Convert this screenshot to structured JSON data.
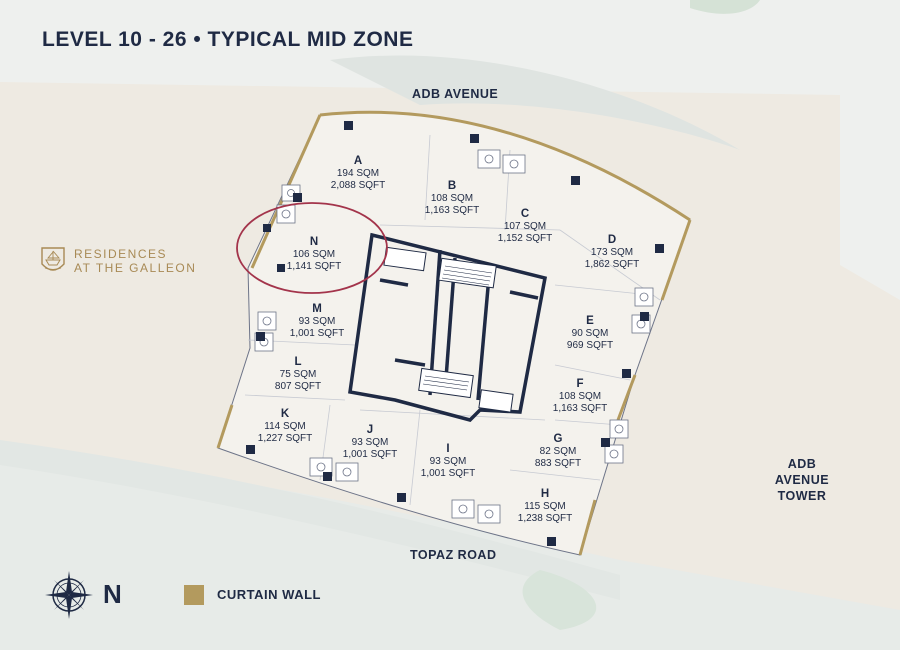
{
  "title": "LEVEL 10 - 26 • TYPICAL MID ZONE",
  "roads": {
    "north": "ADB AVENUE",
    "south": "TOPAZ ROAD",
    "east_lines": [
      "ADB",
      "AVENUE",
      "TOWER"
    ]
  },
  "brand": {
    "line1": "RESIDENCES",
    "line2": "AT THE GALLEON",
    "logo_icon": "ship-crest-icon"
  },
  "units": [
    {
      "id": "A",
      "area_sqm": "194 SQM",
      "area_sqft": "2,088 SQFT"
    },
    {
      "id": "B",
      "area_sqm": "108 SQM",
      "area_sqft": "1,163 SQFT"
    },
    {
      "id": "C",
      "area_sqm": "107 SQM",
      "area_sqft": "1,152 SQFT"
    },
    {
      "id": "D",
      "area_sqm": "173 SQM",
      "area_sqft": "1,862 SQFT"
    },
    {
      "id": "E",
      "area_sqm": "90 SQM",
      "area_sqft": "969 SQFT"
    },
    {
      "id": "F",
      "area_sqm": "108 SQM",
      "area_sqft": "1,163 SQFT"
    },
    {
      "id": "G",
      "area_sqm": "82 SQM",
      "area_sqft": "883 SQFT"
    },
    {
      "id": "H",
      "area_sqm": "115 SQM",
      "area_sqft": "1,238 SQFT"
    },
    {
      "id": "I",
      "area_sqm": "93 SQM",
      "area_sqft": "1,001 SQFT"
    },
    {
      "id": "J",
      "area_sqm": "93 SQM",
      "area_sqft": "1,001 SQFT"
    },
    {
      "id": "K",
      "area_sqm": "114 SQM",
      "area_sqft": "1,227 SQFT"
    },
    {
      "id": "L",
      "area_sqm": "75 SQM",
      "area_sqft": "807 SQFT"
    },
    {
      "id": "M",
      "area_sqm": "93 SQM",
      "area_sqft": "1,001 SQFT"
    },
    {
      "id": "N",
      "area_sqm": "106 SQM",
      "area_sqft": "1,141 SQFT"
    }
  ],
  "highlighted_unit": "N",
  "legend": {
    "compass_label": "N",
    "compass_icon": "compass-rose-icon",
    "curtain_wall_label": "CURTAIN WALL",
    "curtain_wall_color": "#b39a5e"
  },
  "colors": {
    "ink": "#1f2a44",
    "gold": "#a88a55",
    "highlight": "#a3344b",
    "floor": "#f3f1ec",
    "site": "#eeebe3"
  }
}
